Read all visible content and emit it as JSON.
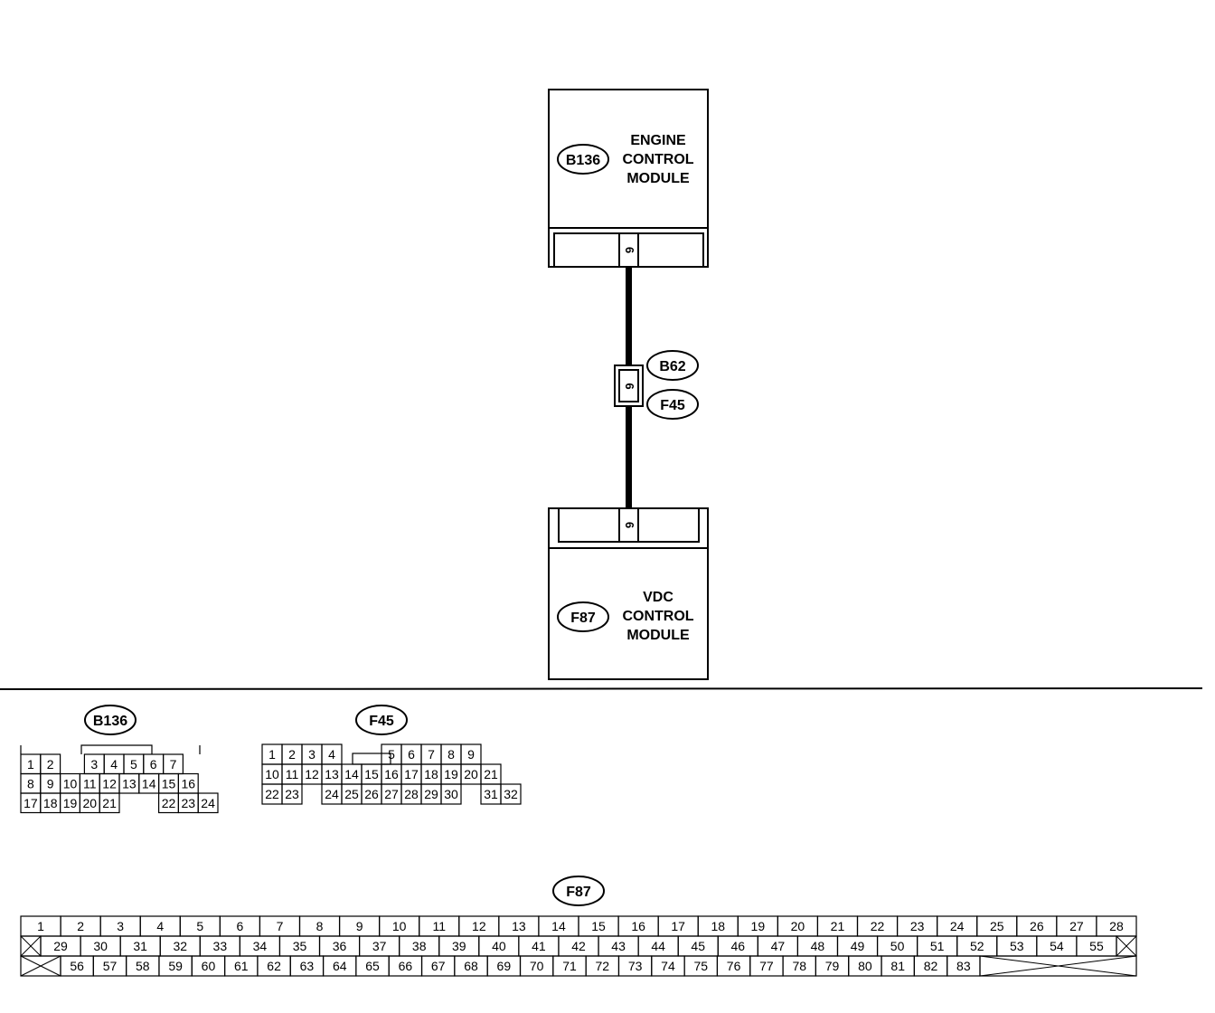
{
  "ecm": {
    "id": "B136",
    "lines": [
      "ENGINE",
      "CONTROL",
      "MODULE"
    ],
    "pin": "6"
  },
  "joint": {
    "ids": [
      "B62",
      "F45"
    ],
    "pin": "6"
  },
  "vdc": {
    "id": "F87",
    "lines": [
      "VDC",
      "CONTROL",
      "MODULE"
    ],
    "pin": "6"
  },
  "connectors": {
    "b136": {
      "label": "B136",
      "rows": [
        [
          "1",
          "2",
          "",
          "3",
          "4",
          "5",
          "6",
          "7"
        ],
        [
          "8",
          "9",
          "10",
          "11",
          "12",
          "13",
          "14",
          "15",
          "16"
        ],
        [
          "17",
          "18",
          "19",
          "20",
          "21",
          "",
          "22",
          "23",
          "24"
        ]
      ]
    },
    "f45": {
      "label": "F45",
      "rows": [
        [
          "1",
          "2",
          "3",
          "4",
          "",
          "",
          "5",
          "6",
          "7",
          "8",
          "9"
        ],
        [
          "10",
          "11",
          "12",
          "13",
          "14",
          "15",
          "16",
          "17",
          "18",
          "19",
          "20",
          "21"
        ],
        [
          "22",
          "23",
          "",
          "24",
          "25",
          "26",
          "27",
          "28",
          "29",
          "30",
          "",
          "31",
          "32"
        ]
      ]
    },
    "f87": {
      "label": "F87",
      "row1": [
        "1",
        "2",
        "3",
        "4",
        "5",
        "6",
        "7",
        "8",
        "9",
        "10",
        "11",
        "12",
        "13",
        "14",
        "15",
        "16",
        "17",
        "18",
        "19",
        "20",
        "21",
        "22",
        "23",
        "24",
        "25",
        "26",
        "27",
        "28"
      ],
      "row2": [
        "29",
        "30",
        "31",
        "32",
        "33",
        "34",
        "35",
        "36",
        "37",
        "38",
        "39",
        "40",
        "41",
        "42",
        "43",
        "44",
        "45",
        "46",
        "47",
        "48",
        "49",
        "50",
        "51",
        "52",
        "53",
        "54",
        "55"
      ],
      "row3": [
        "56",
        "57",
        "58",
        "59",
        "60",
        "61",
        "62",
        "63",
        "64",
        "65",
        "66",
        "67",
        "68",
        "69",
        "70",
        "71",
        "72",
        "73",
        "74",
        "75",
        "76",
        "77",
        "78",
        "79",
        "80",
        "81",
        "82",
        "83"
      ]
    }
  }
}
